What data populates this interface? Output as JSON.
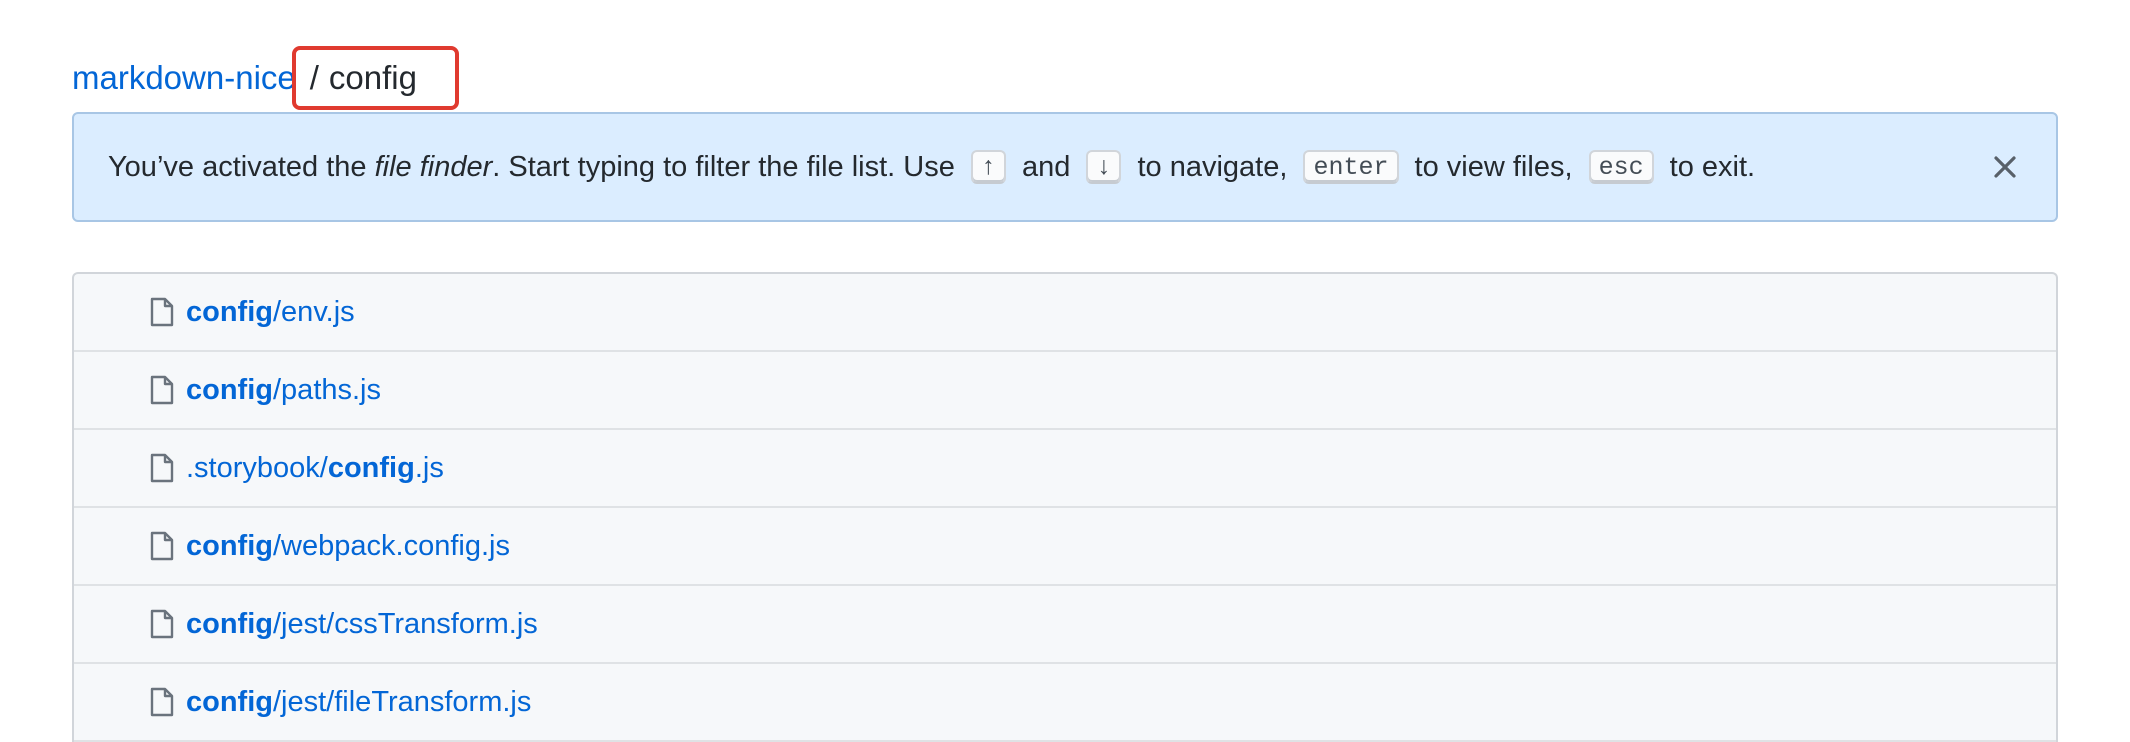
{
  "breadcrumb": {
    "repo": "markdown-nice",
    "separator": "/",
    "query": "config"
  },
  "flash": {
    "text_before": "You’ve activated the ",
    "emphasis": "file finder",
    "text_after": ". Start typing to filter the file list. Use ",
    "key_up": "↑",
    "and_text": " and ",
    "key_down": "↓",
    "navigate_text": " to navigate, ",
    "key_enter": "enter",
    "view_text": " to view files, ",
    "key_esc": "esc",
    "exit_text": " to exit.",
    "close_icon": "x-icon"
  },
  "files": [
    {
      "prefix": "",
      "match": "config",
      "suffix": "/env.js"
    },
    {
      "prefix": "",
      "match": "config",
      "suffix": "/paths.js"
    },
    {
      "prefix": ".storybook/",
      "match": "config",
      "suffix": ".js"
    },
    {
      "prefix": "",
      "match": "config",
      "suffix": "/webpack.config.js"
    },
    {
      "prefix": "",
      "match": "config",
      "suffix": "/jest/cssTransform.js"
    },
    {
      "prefix": "",
      "match": "config",
      "suffix": "/jest/fileTransform.js"
    }
  ],
  "colors": {
    "link": "#0366d6",
    "flash_bg": "#dbedff",
    "highlight_border": "#e03a2f"
  }
}
